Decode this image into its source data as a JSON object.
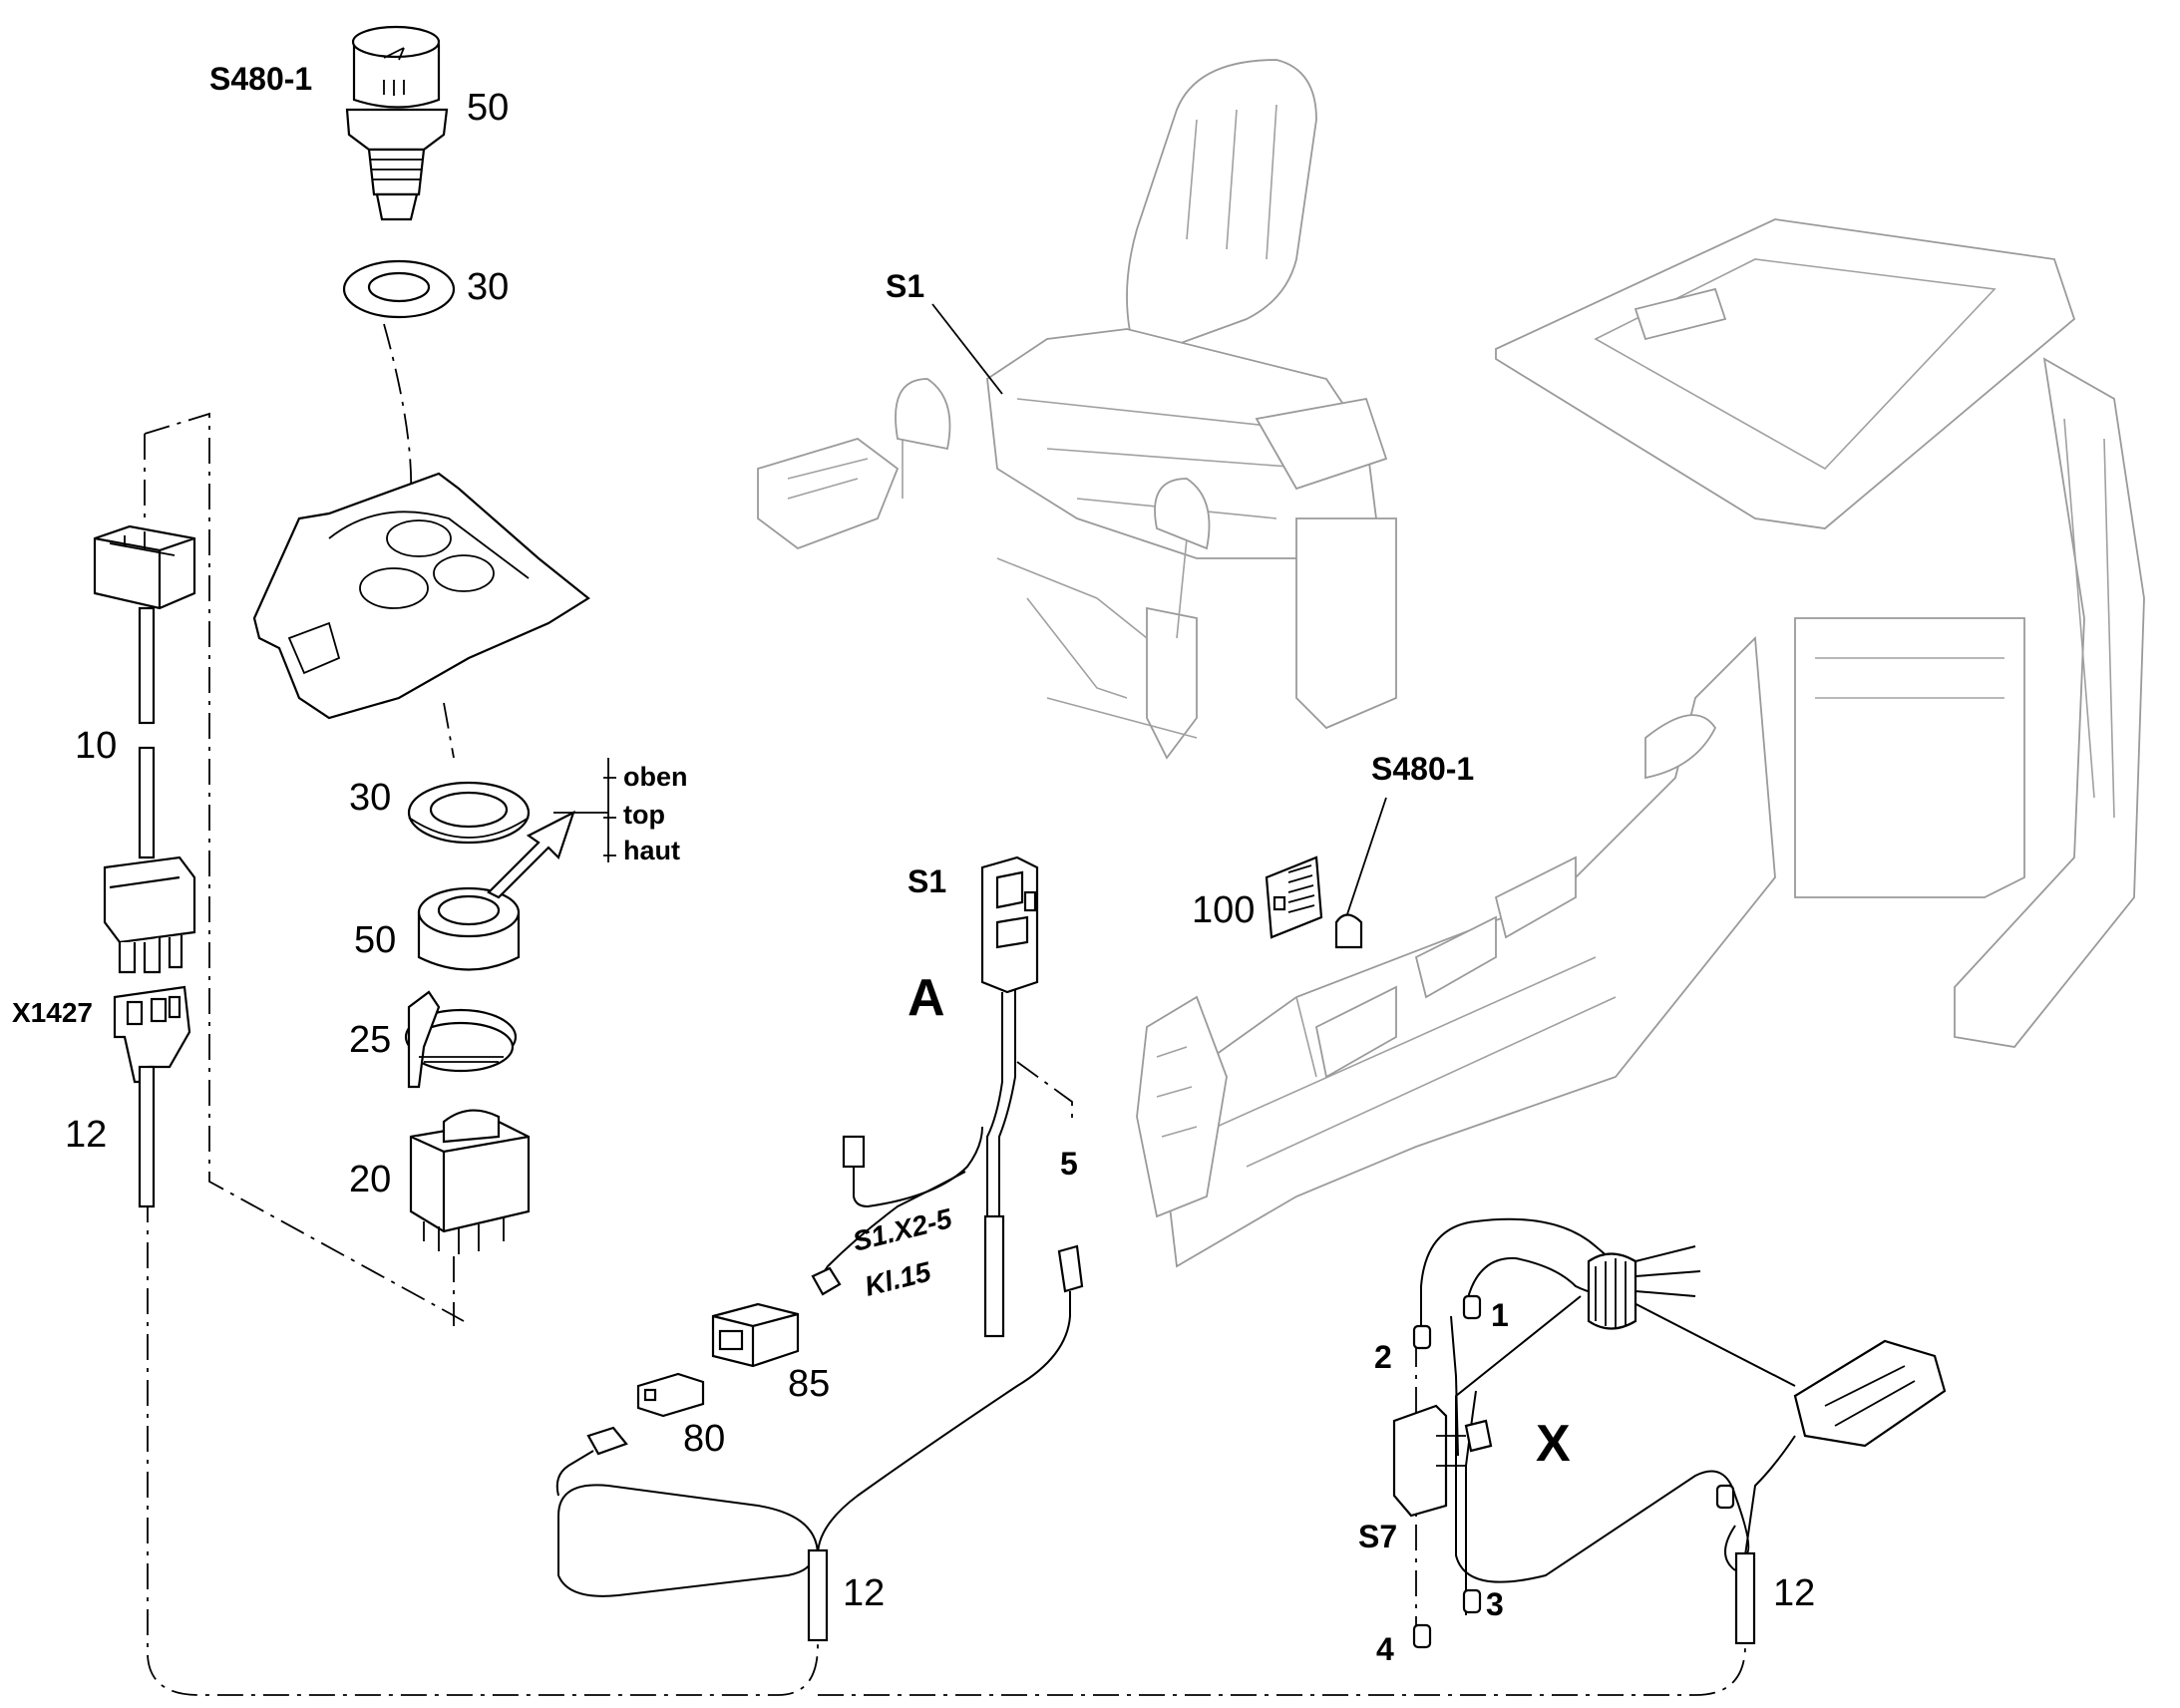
{
  "labels": {
    "s480_top": "S480-1",
    "n50_top": "50",
    "n30_top": "30",
    "s1_seat": "S1",
    "n10": "10",
    "x1427": "X1427",
    "n12_left": "12",
    "n30_mid": "30",
    "n50_mid": "50",
    "n25": "25",
    "n20": "20",
    "note_lines": [
      "oben",
      "top",
      "haut"
    ],
    "s1_conn": "S1",
    "view_a": "A",
    "n5": "5",
    "s1x25": "S1.X2-5",
    "kl15": "Kl.15",
    "n85": "85",
    "n80": "80",
    "n12_mid": "12",
    "s480_cab": "S480-1",
    "n100": "100",
    "n1": "1",
    "n2": "2",
    "n3": "3",
    "n4": "4",
    "view_x": "X",
    "s7": "S7",
    "n12_right": "12"
  }
}
